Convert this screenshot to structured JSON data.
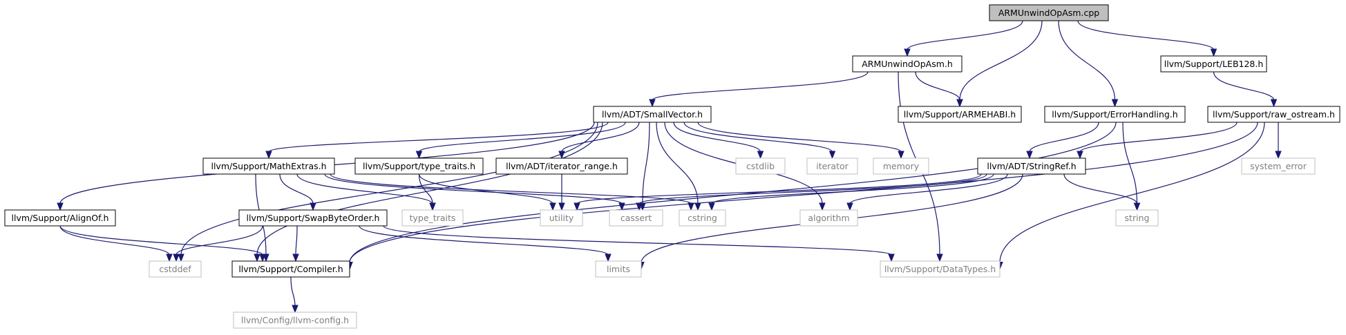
{
  "diagram": {
    "nodes": [
      {
        "id": "armunwindopasm_cpp",
        "label": "ARMUnwindOpAsm.cpp",
        "kind": "root"
      },
      {
        "id": "armunwindopasm_h",
        "label": "ARMUnwindOpAsm.h",
        "kind": "local"
      },
      {
        "id": "armehabi_h",
        "label": "llvm/Support/ARMEHABI.h",
        "kind": "local"
      },
      {
        "id": "errorhandling_h",
        "label": "llvm/Support/ErrorHandling.h",
        "kind": "local"
      },
      {
        "id": "leb128_h",
        "label": "llvm/Support/LEB128.h",
        "kind": "local"
      },
      {
        "id": "smallvector_h",
        "label": "llvm/ADT/SmallVector.h",
        "kind": "local"
      },
      {
        "id": "raw_ostream_h",
        "label": "llvm/Support/raw_ostream.h",
        "kind": "local"
      },
      {
        "id": "mathextras_h",
        "label": "llvm/Support/MathExtras.h",
        "kind": "local"
      },
      {
        "id": "type_traits_h",
        "label": "llvm/Support/type_traits.h",
        "kind": "local"
      },
      {
        "id": "iterator_range_h",
        "label": "llvm/ADT/iterator_range.h",
        "kind": "local"
      },
      {
        "id": "cstdlib",
        "label": "cstdlib",
        "kind": "system"
      },
      {
        "id": "iterator",
        "label": "iterator",
        "kind": "system"
      },
      {
        "id": "memory",
        "label": "memory",
        "kind": "system"
      },
      {
        "id": "stringref_h",
        "label": "llvm/ADT/StringRef.h",
        "kind": "local"
      },
      {
        "id": "system_error",
        "label": "system_error",
        "kind": "system"
      },
      {
        "id": "alignof_h",
        "label": "llvm/Support/AlignOf.h",
        "kind": "local"
      },
      {
        "id": "swapbyteorder_h",
        "label": "llvm/Support/SwapByteOrder.h",
        "kind": "local"
      },
      {
        "id": "type_traits",
        "label": "type_traits",
        "kind": "system"
      },
      {
        "id": "utility",
        "label": "utility",
        "kind": "system"
      },
      {
        "id": "cassert",
        "label": "cassert",
        "kind": "system"
      },
      {
        "id": "cstring",
        "label": "cstring",
        "kind": "system"
      },
      {
        "id": "algorithm",
        "label": "algorithm",
        "kind": "system"
      },
      {
        "id": "string",
        "label": "string",
        "kind": "system"
      },
      {
        "id": "cstddef",
        "label": "cstddef",
        "kind": "system"
      },
      {
        "id": "compiler_h",
        "label": "llvm/Support/Compiler.h",
        "kind": "local"
      },
      {
        "id": "limits",
        "label": "limits",
        "kind": "system"
      },
      {
        "id": "datatypes_h",
        "label": "llvm/Support/DataTypes.h",
        "kind": "system"
      },
      {
        "id": "llvm_config_h",
        "label": "llvm/Config/llvm-config.h",
        "kind": "system"
      }
    ],
    "edges": [
      [
        "armunwindopasm_cpp",
        "armunwindopasm_h"
      ],
      [
        "armunwindopasm_cpp",
        "armehabi_h"
      ],
      [
        "armunwindopasm_cpp",
        "errorhandling_h"
      ],
      [
        "armunwindopasm_cpp",
        "leb128_h"
      ],
      [
        "armunwindopasm_h",
        "smallvector_h"
      ],
      [
        "armunwindopasm_h",
        "armehabi_h"
      ],
      [
        "armunwindopasm_h",
        "datatypes_h"
      ],
      [
        "leb128_h",
        "raw_ostream_h"
      ],
      [
        "errorhandling_h",
        "stringref_h"
      ],
      [
        "errorhandling_h",
        "string"
      ],
      [
        "errorhandling_h",
        "compiler_h"
      ],
      [
        "raw_ostream_h",
        "stringref_h"
      ],
      [
        "raw_ostream_h",
        "system_error"
      ],
      [
        "raw_ostream_h",
        "compiler_h"
      ],
      [
        "raw_ostream_h",
        "datatypes_h"
      ],
      [
        "smallvector_h",
        "alignof_h"
      ],
      [
        "smallvector_h",
        "cstddef"
      ],
      [
        "smallvector_h",
        "compiler_h"
      ],
      [
        "smallvector_h",
        "mathextras_h"
      ],
      [
        "smallvector_h",
        "type_traits_h"
      ],
      [
        "smallvector_h",
        "iterator_range_h"
      ],
      [
        "smallvector_h",
        "cassert"
      ],
      [
        "smallvector_h",
        "cstring"
      ],
      [
        "smallvector_h",
        "algorithm"
      ],
      [
        "smallvector_h",
        "cstdlib"
      ],
      [
        "smallvector_h",
        "iterator"
      ],
      [
        "smallvector_h",
        "memory"
      ],
      [
        "stringref_h",
        "utility"
      ],
      [
        "stringref_h",
        "cassert"
      ],
      [
        "stringref_h",
        "cstring"
      ],
      [
        "stringref_h",
        "algorithm"
      ],
      [
        "stringref_h",
        "string"
      ],
      [
        "stringref_h",
        "limits"
      ],
      [
        "mathextras_h",
        "compiler_h"
      ],
      [
        "mathextras_h",
        "swapbyteorder_h"
      ],
      [
        "mathextras_h",
        "type_traits"
      ],
      [
        "mathextras_h",
        "cassert"
      ],
      [
        "mathextras_h",
        "cstring"
      ],
      [
        "type_traits_h",
        "type_traits"
      ],
      [
        "type_traits_h",
        "utility"
      ],
      [
        "iterator_range_h",
        "utility"
      ],
      [
        "alignof_h",
        "cstddef"
      ],
      [
        "alignof_h",
        "compiler_h"
      ],
      [
        "swapbyteorder_h",
        "cstddef"
      ],
      [
        "swapbyteorder_h",
        "compiler_h"
      ],
      [
        "swapbyteorder_h",
        "limits"
      ],
      [
        "swapbyteorder_h",
        "datatypes_h"
      ],
      [
        "compiler_h",
        "llvm_config_h"
      ]
    ]
  }
}
